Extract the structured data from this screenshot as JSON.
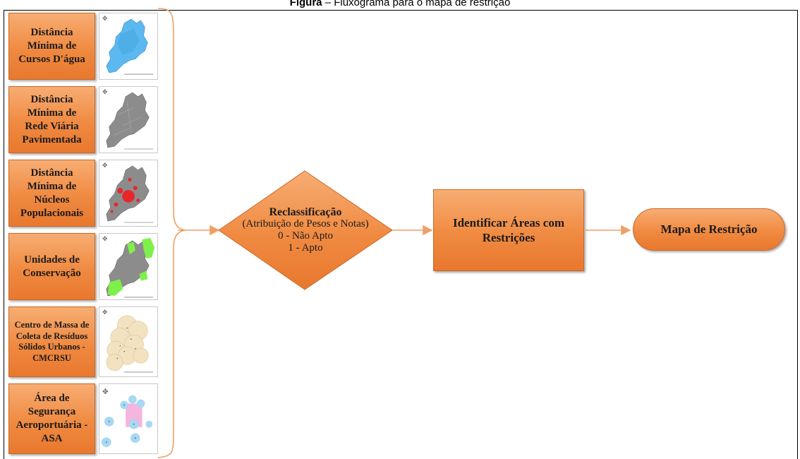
{
  "caption": {
    "label": "Figura",
    "text": " – Fluxograma para o mapa de restrição"
  },
  "inputs": [
    {
      "label": "Distância Mínima de Cursos D'água",
      "map_color": "#5bb8f0"
    },
    {
      "label": "Distância Mínima de Rede Viária Pavimentada",
      "map_color": "#8c8c8c"
    },
    {
      "label": "Distância Mínima de Núcleos Populacionais",
      "map_color": "#e8262a"
    },
    {
      "label": "Unidades de Conservação",
      "map_color": "#7ef04a"
    },
    {
      "label": "Centro de Massa de Coleta de Resíduos Sólidos Urbanos - CMCRSU",
      "map_color": "#f3e2c0"
    },
    {
      "label": "Área de Segurança Aeroportuária - ASA",
      "map_color": "#a8d8f2"
    }
  ],
  "reclass": {
    "title": "Reclassificação",
    "subtitle": "(Atribuição de Pesos e Notas)",
    "line1": "0 - Não Apto",
    "line2": "1 - Apto"
  },
  "process": {
    "label": "Identificar Áreas com Restrições"
  },
  "output": {
    "label": "Mapa de Restrição"
  },
  "colors": {
    "box_fill": "#f08a41",
    "connector": "#f0a064"
  }
}
